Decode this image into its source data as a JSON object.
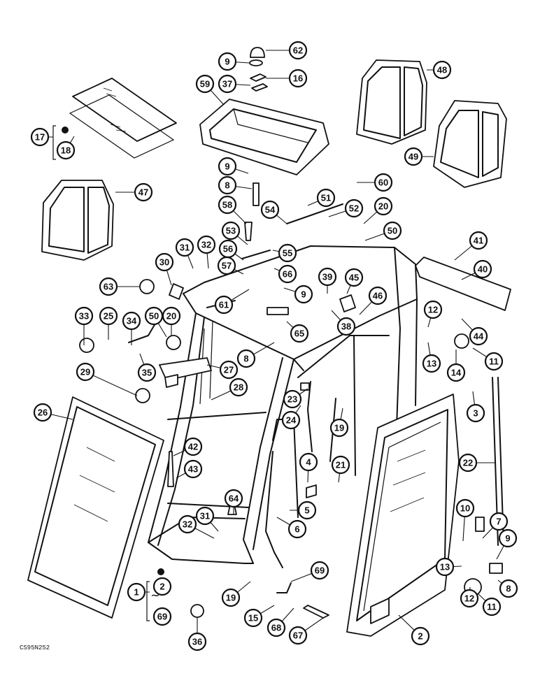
{
  "drawing_code": "CS95N252",
  "callouts": [
    {
      "id": "62",
      "label": "62"
    },
    {
      "id": "9a",
      "label": "9"
    },
    {
      "id": "16",
      "label": "16"
    },
    {
      "id": "37",
      "label": "37"
    },
    {
      "id": "59",
      "label": "59"
    },
    {
      "id": "48",
      "label": "48"
    },
    {
      "id": "49",
      "label": "49"
    },
    {
      "id": "17",
      "label": "17"
    },
    {
      "id": "18",
      "label": "18"
    },
    {
      "id": "9b",
      "label": "9"
    },
    {
      "id": "60",
      "label": "60"
    },
    {
      "id": "8a",
      "label": "8"
    },
    {
      "id": "47",
      "label": "47"
    },
    {
      "id": "58",
      "label": "58"
    },
    {
      "id": "51",
      "label": "51"
    },
    {
      "id": "54",
      "label": "54"
    },
    {
      "id": "52",
      "label": "52"
    },
    {
      "id": "20a",
      "label": "20"
    },
    {
      "id": "50a",
      "label": "50"
    },
    {
      "id": "53",
      "label": "53"
    },
    {
      "id": "56",
      "label": "56"
    },
    {
      "id": "55",
      "label": "55"
    },
    {
      "id": "31a",
      "label": "31"
    },
    {
      "id": "32a",
      "label": "32"
    },
    {
      "id": "30",
      "label": "30"
    },
    {
      "id": "57",
      "label": "57"
    },
    {
      "id": "66",
      "label": "66"
    },
    {
      "id": "41",
      "label": "41"
    },
    {
      "id": "40",
      "label": "40"
    },
    {
      "id": "63",
      "label": "63"
    },
    {
      "id": "39",
      "label": "39"
    },
    {
      "id": "45",
      "label": "45"
    },
    {
      "id": "9c",
      "label": "9"
    },
    {
      "id": "61",
      "label": "61"
    },
    {
      "id": "46",
      "label": "46"
    },
    {
      "id": "33",
      "label": "33"
    },
    {
      "id": "25",
      "label": "25"
    },
    {
      "id": "34",
      "label": "34"
    },
    {
      "id": "50b",
      "label": "50"
    },
    {
      "id": "20b",
      "label": "20"
    },
    {
      "id": "65",
      "label": "65"
    },
    {
      "id": "38",
      "label": "38"
    },
    {
      "id": "12a",
      "label": "12"
    },
    {
      "id": "44",
      "label": "44"
    },
    {
      "id": "35",
      "label": "35"
    },
    {
      "id": "8b",
      "label": "8"
    },
    {
      "id": "13a",
      "label": "13"
    },
    {
      "id": "14",
      "label": "14"
    },
    {
      "id": "11a",
      "label": "11"
    },
    {
      "id": "27",
      "label": "27"
    },
    {
      "id": "29",
      "label": "29"
    },
    {
      "id": "28",
      "label": "28"
    },
    {
      "id": "23",
      "label": "23"
    },
    {
      "id": "3",
      "label": "3"
    },
    {
      "id": "24",
      "label": "24"
    },
    {
      "id": "19a",
      "label": "19"
    },
    {
      "id": "26",
      "label": "26"
    },
    {
      "id": "42",
      "label": "42"
    },
    {
      "id": "22",
      "label": "22"
    },
    {
      "id": "43",
      "label": "43"
    },
    {
      "id": "4",
      "label": "4"
    },
    {
      "id": "21",
      "label": "21"
    },
    {
      "id": "64",
      "label": "64"
    },
    {
      "id": "5",
      "label": "5"
    },
    {
      "id": "10",
      "label": "10"
    },
    {
      "id": "7",
      "label": "7"
    },
    {
      "id": "31b",
      "label": "31"
    },
    {
      "id": "32b",
      "label": "32"
    },
    {
      "id": "6",
      "label": "6"
    },
    {
      "id": "9d",
      "label": "9"
    },
    {
      "id": "13b",
      "label": "13"
    },
    {
      "id": "8c",
      "label": "8"
    },
    {
      "id": "2a",
      "label": "2"
    },
    {
      "id": "69a",
      "label": "69"
    },
    {
      "id": "1",
      "label": "1"
    },
    {
      "id": "19b",
      "label": "19"
    },
    {
      "id": "12b",
      "label": "12"
    },
    {
      "id": "11b",
      "label": "11"
    },
    {
      "id": "69b",
      "label": "69"
    },
    {
      "id": "15",
      "label": "15"
    },
    {
      "id": "68",
      "label": "68"
    },
    {
      "id": "67",
      "label": "67"
    },
    {
      "id": "2b",
      "label": "2"
    },
    {
      "id": "36",
      "label": "36"
    }
  ]
}
